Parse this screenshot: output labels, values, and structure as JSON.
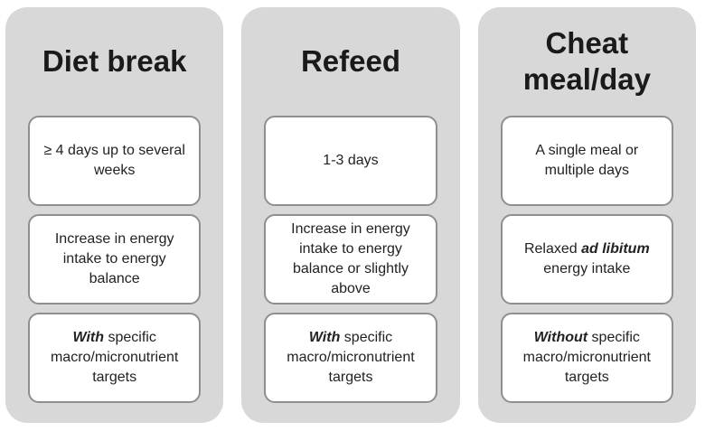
{
  "figure": {
    "colors": {
      "column_background": "#d8d8d8",
      "box_background": "#ffffff",
      "box_border": "#8f8f8f",
      "text": "#1a1a1a"
    },
    "columns": [
      {
        "title": "Diet break",
        "boxes": [
          {
            "segments": [
              {
                "text": "≥ 4 days up to several weeks",
                "emphasis": false
              }
            ]
          },
          {
            "segments": [
              {
                "text": "Increase in energy intake to energy balance",
                "emphasis": false
              }
            ]
          },
          {
            "segments": [
              {
                "text": "With",
                "emphasis": true
              },
              {
                "text": " specific macro/micronutrient targets",
                "emphasis": false
              }
            ]
          }
        ]
      },
      {
        "title": "Refeed",
        "boxes": [
          {
            "segments": [
              {
                "text": "1-3 days",
                "emphasis": false
              }
            ]
          },
          {
            "segments": [
              {
                "text": "Increase in energy intake to energy balance or slightly above",
                "emphasis": false
              }
            ]
          },
          {
            "segments": [
              {
                "text": "With",
                "emphasis": true
              },
              {
                "text": " specific macro/micronutrient targets",
                "emphasis": false
              }
            ]
          }
        ]
      },
      {
        "title": "Cheat meal/day",
        "boxes": [
          {
            "segments": [
              {
                "text": "A single meal or multiple days",
                "emphasis": false
              }
            ]
          },
          {
            "segments": [
              {
                "text": "Relaxed ",
                "emphasis": false
              },
              {
                "text": "ad libitum",
                "emphasis": true
              },
              {
                "text": " energy intake",
                "emphasis": false
              }
            ]
          },
          {
            "segments": [
              {
                "text": "Without",
                "emphasis": true
              },
              {
                "text": " specific macro/micronutrient targets",
                "emphasis": false
              }
            ]
          }
        ]
      }
    ]
  }
}
